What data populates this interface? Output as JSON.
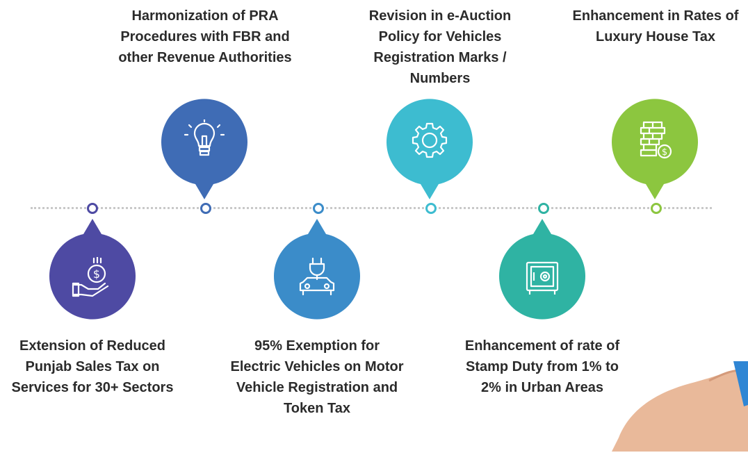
{
  "items": [
    {
      "label": "Extension of Reduced Punjab Sales Tax on Services for 30+ Sectors",
      "color": "#4e4aa3",
      "icon": "hand-coin-icon"
    },
    {
      "label": "Harmonization of PRA Procedures with FBR and other Revenue Authorities",
      "color": "#3f6cb5",
      "icon": "lightbulb-icon"
    },
    {
      "label": "95% Exemption for Electric Vehicles on Motor Vehicle Registration and Token Tax",
      "color": "#3b8cc9",
      "icon": "electric-car-icon"
    },
    {
      "label": "Revision in e-Auction Policy for Vehicles Registration Marks / Numbers",
      "color": "#3dbcd0",
      "icon": "gear-icon"
    },
    {
      "label": "Enhancement of rate of Stamp Duty from 1% to 2% in Urban Areas",
      "color": "#2fb3a3",
      "icon": "safe-icon"
    },
    {
      "label": "Enhancement in Rates of Luxury House Tax",
      "color": "#8cc63f",
      "icon": "building-coin-icon"
    }
  ]
}
